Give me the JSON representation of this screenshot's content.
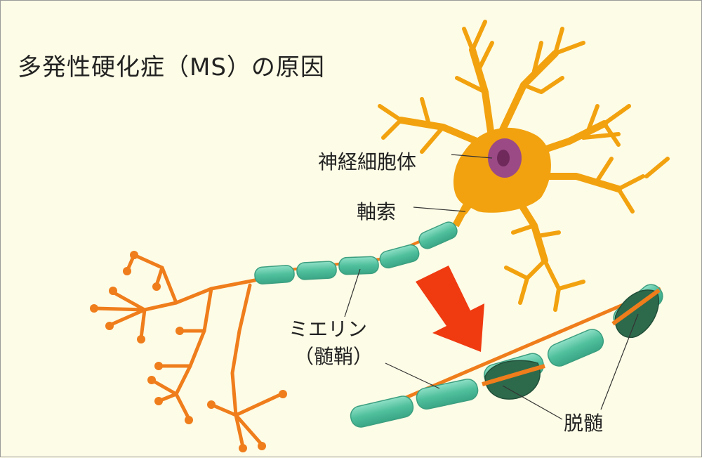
{
  "title": "多発性硬化症（MS）の原因",
  "labels": {
    "cell_body": "神経細胞体",
    "axon": "軸索",
    "myelin": "ミエリン",
    "myelin_sheath": "（髄鞘）",
    "demyelination": "脱髄"
  },
  "colors": {
    "background": "#fdfce6",
    "neuron": "#f2a20f",
    "nucleus": "#9b4a86",
    "axon_terminal": "#ef7d1b",
    "myelin": "#5bc7a6",
    "demyelinated": "#2d6a4c",
    "arrow": "#f03a10"
  }
}
